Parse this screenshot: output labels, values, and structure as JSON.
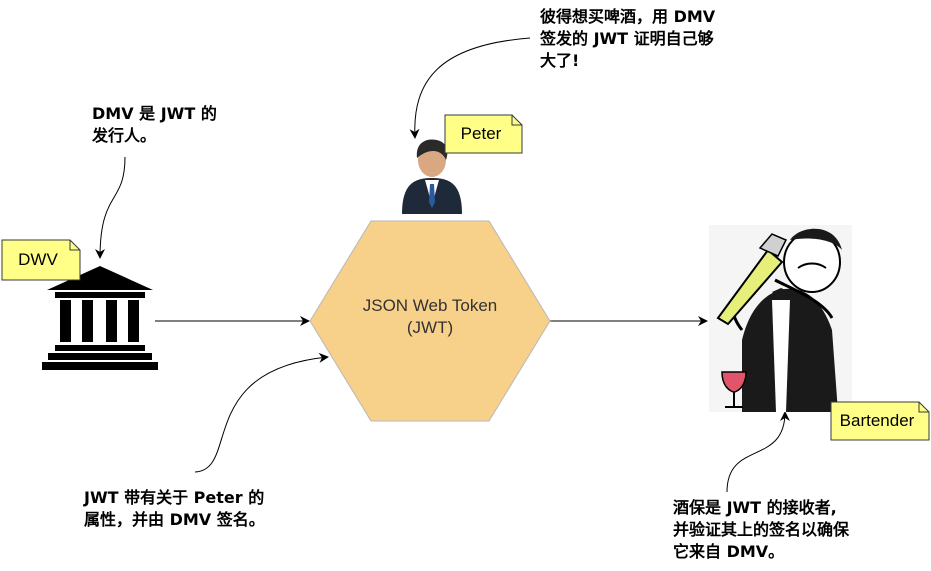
{
  "colors": {
    "hexagon_fill": "#f7d08a",
    "hexagon_stroke": "#b8b8b8",
    "tag_fill": "#ffff88",
    "tag_stroke": "#36393d"
  },
  "icons": {
    "dmv": "bank-building-icon",
    "peter": "businessman-icon",
    "bartender": "bartender-illustration-icon"
  },
  "center": {
    "line1": "JSON Web Token",
    "line2": "(JWT)"
  },
  "tags": {
    "dmv": "DWV",
    "peter": "Peter",
    "bartender": "Bartender"
  },
  "notes": {
    "dmv_line1": "DMV 是 JWT 的",
    "dmv_line2": "发行人。",
    "peter_line1": "彼得想买啤酒，用 DMV",
    "peter_line2": "签发的 JWT 证明自己够",
    "peter_line3": "大了!",
    "jwt_line1": "JWT 带有关于 Peter 的",
    "jwt_line2": "属性，并由 DMV 签名。",
    "bartender_line1": "酒保是 JWT 的接收者,",
    "bartender_line2": "并验证其上的签名以确保",
    "bartender_line3": "它来自 DMV。"
  }
}
